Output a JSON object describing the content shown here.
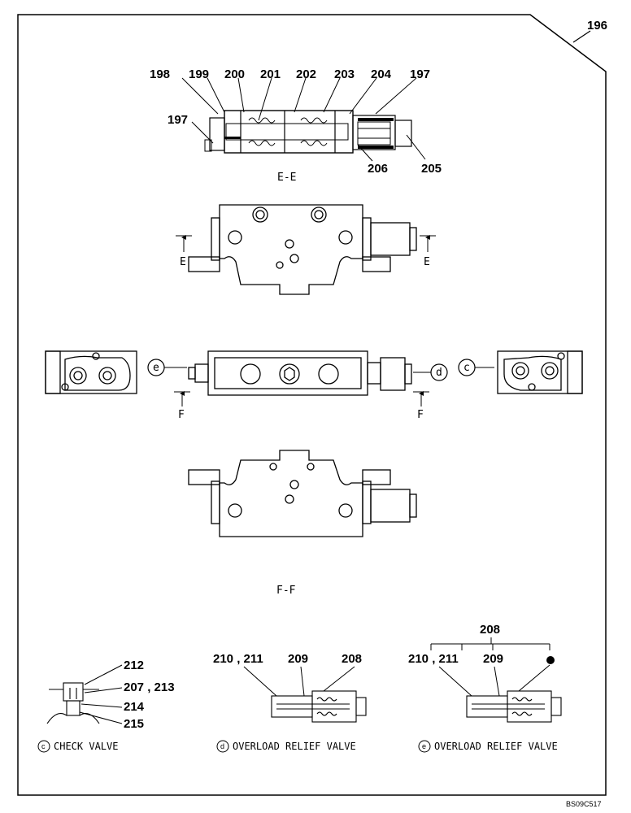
{
  "page_number": "196",
  "top_view": {
    "callouts": [
      "198",
      "199",
      "200",
      "201",
      "202",
      "203",
      "204",
      "197"
    ],
    "left_callout": "197",
    "bottom_callouts": [
      "206",
      "205"
    ],
    "section_label": "E-E"
  },
  "section_markers": {
    "e_mark": "E",
    "f_mark": "F"
  },
  "circle_markers": {
    "e": "e",
    "d": "d",
    "c": "c"
  },
  "bottom_section_label": "F-F",
  "check_valve": {
    "callouts": [
      "212",
      "207 , 213",
      "214",
      "215"
    ],
    "marker": "c",
    "caption": "CHECK VALVE"
  },
  "relief_valve_d": {
    "callouts": [
      "210 , 211",
      "209",
      "208"
    ],
    "marker": "d",
    "caption": "OVERLOAD RELIEF VALVE"
  },
  "relief_valve_e": {
    "group_callout": "208",
    "callouts": [
      "210 , 211",
      "209"
    ],
    "marker": "e",
    "caption": "OVERLOAD RELIEF VALVE"
  },
  "figure_code": "BS09C517"
}
